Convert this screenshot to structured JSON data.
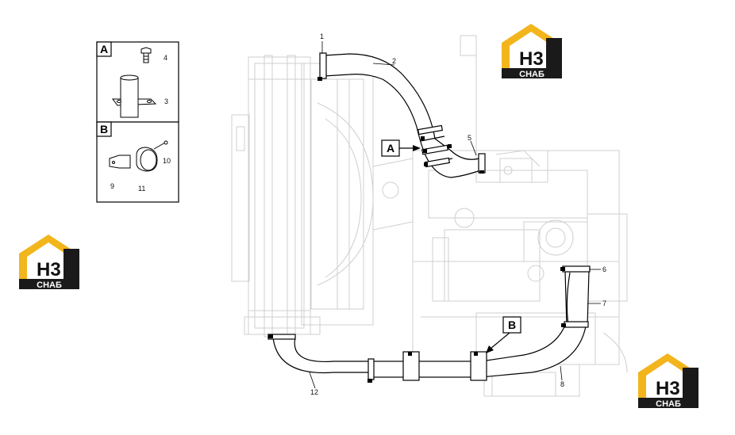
{
  "callouts": {
    "c1": "1",
    "c2": "2",
    "c3": "3",
    "c4": "4",
    "c5": "5",
    "c6": "6",
    "c7": "7",
    "c8": "8",
    "c9": "9",
    "c10": "10",
    "c11": "11",
    "c12": "12"
  },
  "detail_boxes": {
    "a": {
      "label": "A"
    },
    "b": {
      "label": "B"
    }
  },
  "view_markers": {
    "a": "A",
    "b": "B"
  },
  "logo": {
    "mark": "H3",
    "text": "CHAБ",
    "color_gold": "#f2b51c",
    "color_dark": "#1a1a1a"
  }
}
